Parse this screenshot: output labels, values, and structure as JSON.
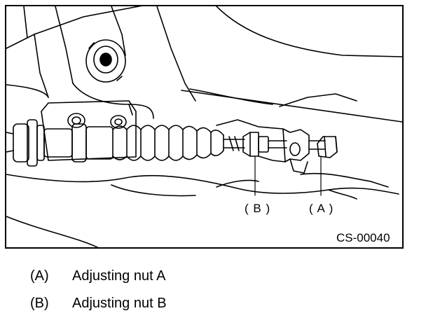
{
  "figure": {
    "code": "CS-00040",
    "callouts": {
      "a": "( A )",
      "b": "( B )"
    }
  },
  "legend": [
    {
      "key": "(A)",
      "label": "Adjusting nut A"
    },
    {
      "key": "(B)",
      "label": "Adjusting nut B"
    }
  ]
}
